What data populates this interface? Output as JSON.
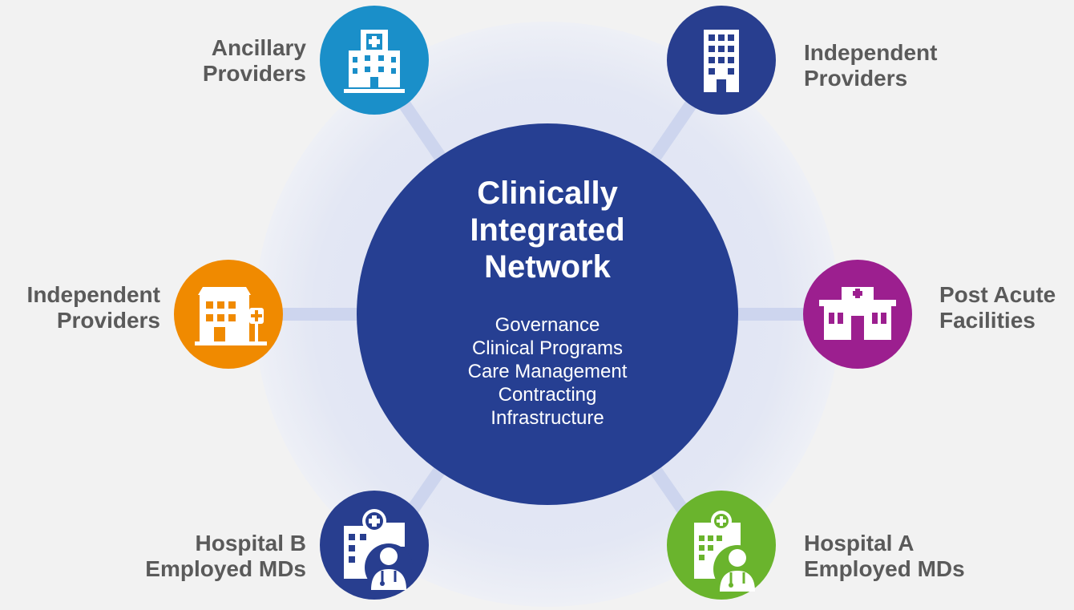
{
  "center": {
    "title_lines": [
      "Clinically",
      "Integrated",
      "Network"
    ],
    "items": [
      "Governance",
      "Clinical Programs",
      "Care Management",
      "Contracting",
      "Infrastructure"
    ]
  },
  "nodes": {
    "ancillary": {
      "label_lines": [
        "Ancillary",
        "Providers"
      ],
      "color": "#1a8fc9",
      "icon": "hospital-icon"
    },
    "independent_top": {
      "label_lines": [
        "Independent",
        "Providers"
      ],
      "color": "#283e8f",
      "icon": "office-building-icon"
    },
    "independent_left": {
      "label_lines": [
        "Independent",
        "Providers"
      ],
      "color": "#f08a00",
      "icon": "clinic-icon"
    },
    "post_acute": {
      "label_lines": [
        "Post Acute",
        "Facilities"
      ],
      "color": "#9c1f8f",
      "icon": "facility-icon"
    },
    "hospital_b": {
      "label_lines": [
        "Hospital B",
        "Employed MDs"
      ],
      "color": "#283e8f",
      "icon": "hospital-doctor-icon"
    },
    "hospital_a": {
      "label_lines": [
        "Hospital A",
        "Employed MDs"
      ],
      "color": "#6ab42d",
      "icon": "hospital-doctor-icon"
    }
  },
  "colors": {
    "center": "#263f92",
    "ring": "#dfe3f1",
    "connector": "#cfd6ee",
    "label": "#5a5a5a"
  }
}
